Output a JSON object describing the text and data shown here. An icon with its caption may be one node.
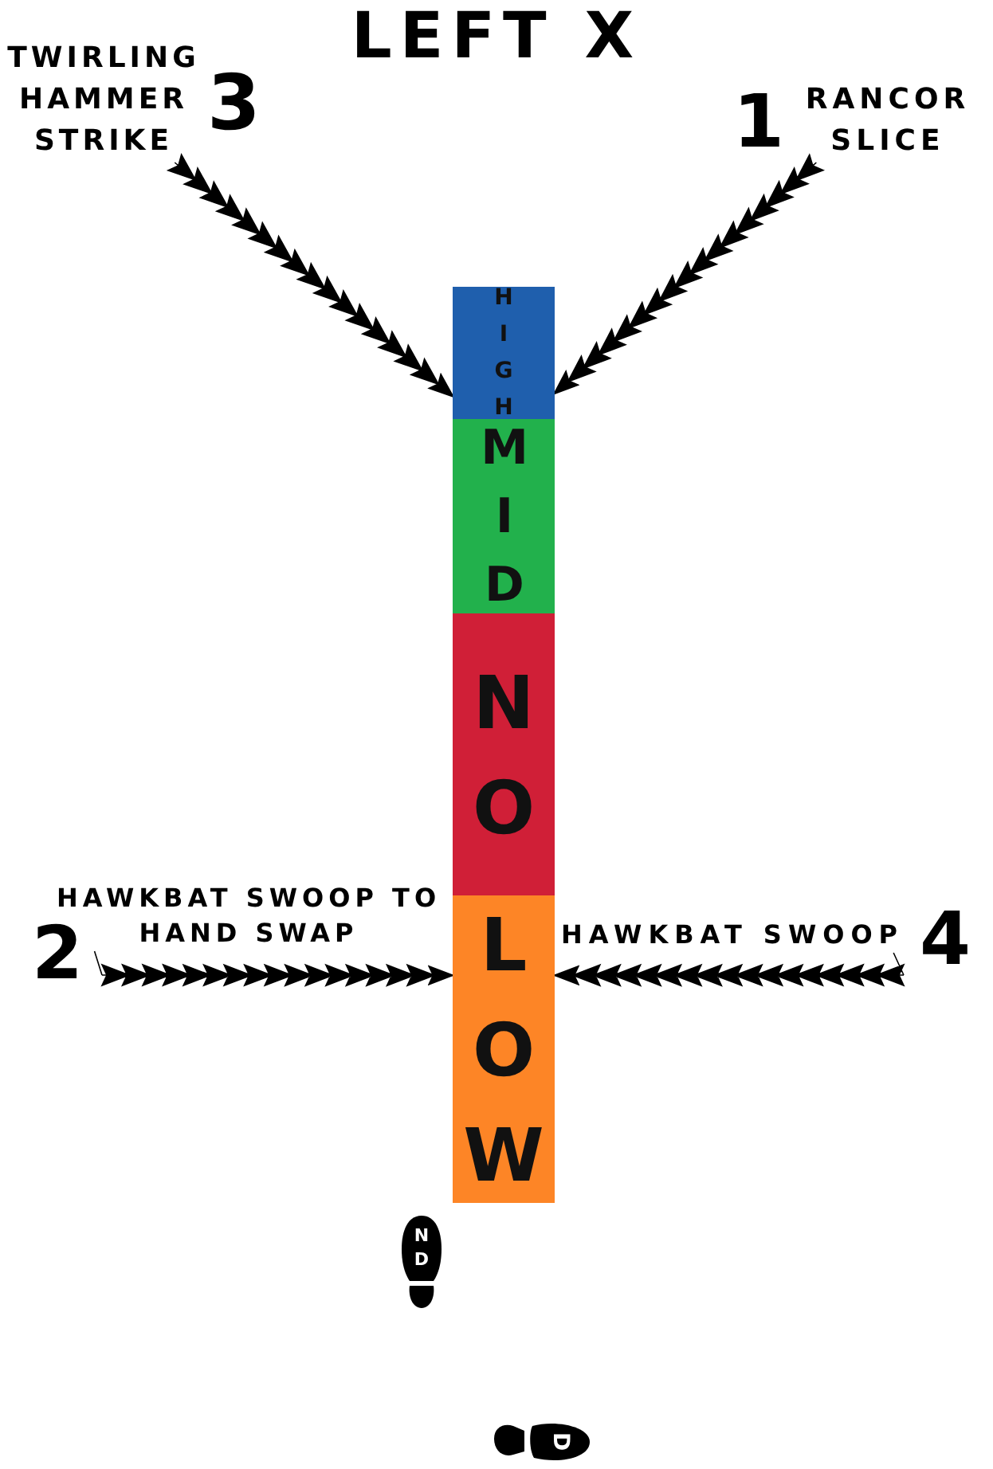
{
  "diagram": {
    "title": "LEFT X",
    "nodes": [
      {
        "text": [
          "TWIRLING HAMMER STRIKE"
        ],
        "beside": [
          "3"
        ]
      },
      {
        "text": [
          "RANCOR SLICE"
        ],
        "beside": [
          "1"
        ]
      },
      {
        "text": [
          "HIGH"
        ]
      },
      {
        "text": [
          "MID"
        ]
      },
      {
        "text": [
          "NO"
        ]
      },
      {
        "text": [
          "HAWKBAT SWOOP TO HAND SWAP"
        ],
        "beside": [
          "2"
        ]
      },
      {
        "text": [
          "LOW"
        ]
      },
      {
        "text": [
          "HAWKBAT SWOOP"
        ],
        "beside": [
          "4"
        ]
      },
      {
        "text": [
          "ND"
        ]
      },
      {
        "text": [
          "D"
        ]
      }
    ],
    "edges": [
      {
        "from": 0,
        "to": 2,
        "arrow": "to"
      },
      {
        "from": 1,
        "to": 2,
        "arrow": "to"
      },
      {
        "from": 5,
        "to": 6,
        "arrow": "to"
      },
      {
        "from": 7,
        "to": 6,
        "arrow": "to"
      }
    ]
  }
}
